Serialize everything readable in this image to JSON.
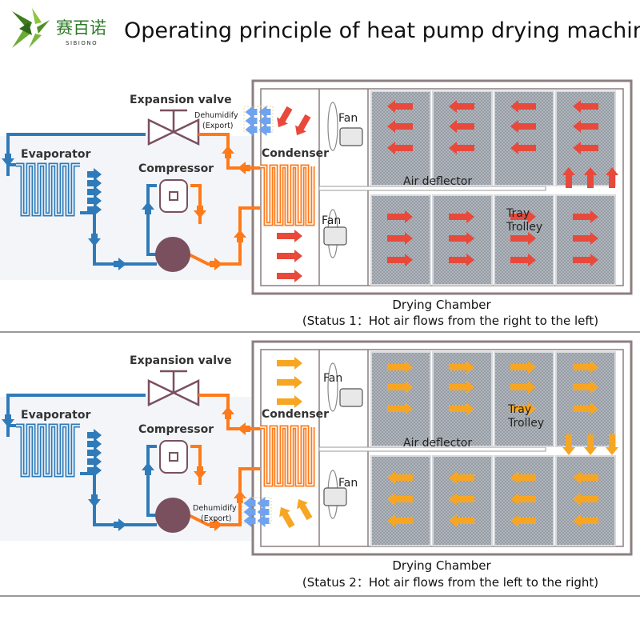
{
  "header": {
    "logo_text": "赛百诺",
    "logo_subtext": "SIBIONO",
    "title": "Operating principle of heat pump drying machine"
  },
  "colors": {
    "cold_pipe": "#2f7bb9",
    "hot_pipe": "#ff7a1a",
    "status1_air": "#e8493a",
    "status2_air": "#f7a623",
    "dehumidify_air": "#6fa3f0",
    "compressor": "#7a4f5e",
    "logo_green": "#5a9a2a"
  },
  "panels": [
    {
      "expansion_valve": "Expansion valve",
      "evaporator": "Evaporator",
      "compressor": "Compressor",
      "condenser": "Condenser",
      "dehumidify": "Dehumidify",
      "export": "(Export)",
      "fan_top": "Fan",
      "fan_bottom": "Fan",
      "air_deflector": "Air deflector",
      "tray": "Tray",
      "trolley": "Trolley",
      "chamber": "Drying  Chamber",
      "status": "(Status 1：Hot air flows from the right to the left)"
    },
    {
      "expansion_valve": "Expansion valve",
      "evaporator": "Evaporator",
      "compressor": "Compressor",
      "condenser": "Condenser",
      "dehumidify": "Dehumidify",
      "export": "(Export)",
      "fan_top": "Fan",
      "fan_bottom": "Fan",
      "air_deflector": "Air deflector",
      "tray": "Tray",
      "trolley": "Trolley",
      "chamber": "Drying  Chamber",
      "status": "(Status 2：Hot air flows from the  left to the right)"
    }
  ]
}
